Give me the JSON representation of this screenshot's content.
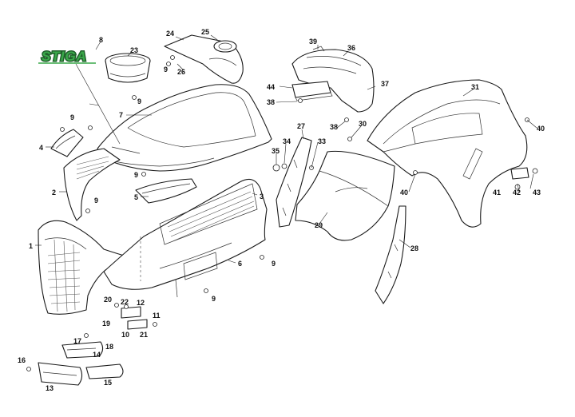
{
  "logo": {
    "text": "STIGA",
    "color": "#3aa84a",
    "outline": "#1f5f2a"
  },
  "callouts": [
    {
      "id": "c1",
      "label": "1"
    },
    {
      "id": "c2",
      "label": "2"
    },
    {
      "id": "c3",
      "label": "3"
    },
    {
      "id": "c4",
      "label": "4"
    },
    {
      "id": "c5",
      "label": "5"
    },
    {
      "id": "c6",
      "label": "6"
    },
    {
      "id": "c7",
      "label": "7"
    },
    {
      "id": "c8",
      "label": "8"
    },
    {
      "id": "c9a",
      "label": "9"
    },
    {
      "id": "c9b",
      "label": "9"
    },
    {
      "id": "c9c",
      "label": "9"
    },
    {
      "id": "c9d",
      "label": "9"
    },
    {
      "id": "c9e",
      "label": "9"
    },
    {
      "id": "c9f",
      "label": "9"
    },
    {
      "id": "c9g",
      "label": "9"
    },
    {
      "id": "c10",
      "label": "10"
    },
    {
      "id": "c11",
      "label": "11"
    },
    {
      "id": "c12",
      "label": "12"
    },
    {
      "id": "c13",
      "label": "13"
    },
    {
      "id": "c14",
      "label": "14"
    },
    {
      "id": "c15",
      "label": "15"
    },
    {
      "id": "c16",
      "label": "16"
    },
    {
      "id": "c17",
      "label": "17"
    },
    {
      "id": "c18",
      "label": "18"
    },
    {
      "id": "c19",
      "label": "19"
    },
    {
      "id": "c20",
      "label": "20"
    },
    {
      "id": "c21",
      "label": "21"
    },
    {
      "id": "c22",
      "label": "22"
    },
    {
      "id": "c23",
      "label": "23"
    },
    {
      "id": "c24",
      "label": "24"
    },
    {
      "id": "c25",
      "label": "25"
    },
    {
      "id": "c26",
      "label": "26"
    },
    {
      "id": "c27",
      "label": "27"
    },
    {
      "id": "c28",
      "label": "28"
    },
    {
      "id": "c29",
      "label": "29"
    },
    {
      "id": "c30",
      "label": "30"
    },
    {
      "id": "c31",
      "label": "31"
    },
    {
      "id": "c33",
      "label": "33"
    },
    {
      "id": "c34",
      "label": "34"
    },
    {
      "id": "c35",
      "label": "35"
    },
    {
      "id": "c36",
      "label": "36"
    },
    {
      "id": "c37",
      "label": "37"
    },
    {
      "id": "c38a",
      "label": "38"
    },
    {
      "id": "c38b",
      "label": "38"
    },
    {
      "id": "c39",
      "label": "39"
    },
    {
      "id": "c40a",
      "label": "40"
    },
    {
      "id": "c40b",
      "label": "40"
    },
    {
      "id": "c41",
      "label": "41"
    },
    {
      "id": "c42",
      "label": "42"
    },
    {
      "id": "c43",
      "label": "43"
    },
    {
      "id": "c44",
      "label": "44"
    }
  ]
}
